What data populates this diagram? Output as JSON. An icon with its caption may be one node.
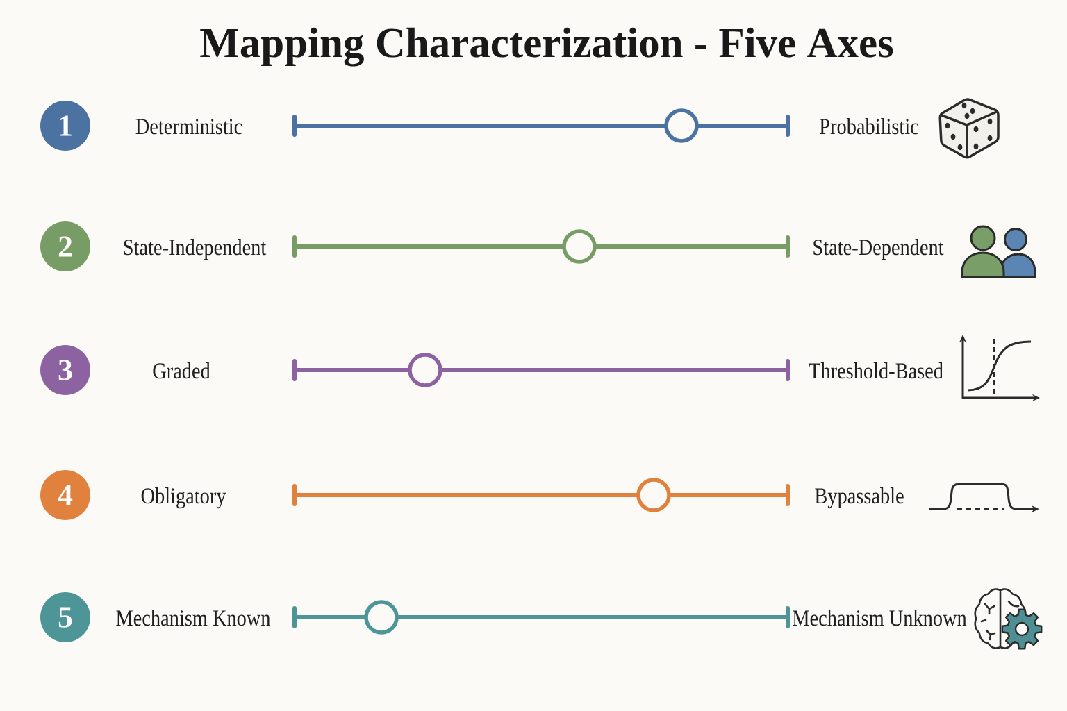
{
  "diagram": {
    "title": "Mapping Characterization - Five Axes",
    "nodes": [
      {
        "text": [
          "1"
        ]
      },
      {
        "text": [
          "2"
        ]
      },
      {
        "text": [
          "3"
        ]
      },
      {
        "text": [
          "4"
        ]
      },
      {
        "text": [
          "5"
        ]
      }
    ],
    "labels": [
      "Deterministic",
      "Probabilistic",
      "State-Independent",
      "State-Dependent",
      "Graded",
      "Threshold-Based",
      "Obligatory",
      "Bypassable",
      "Mechanism Known",
      "Mechanism Unknown"
    ]
  }
}
